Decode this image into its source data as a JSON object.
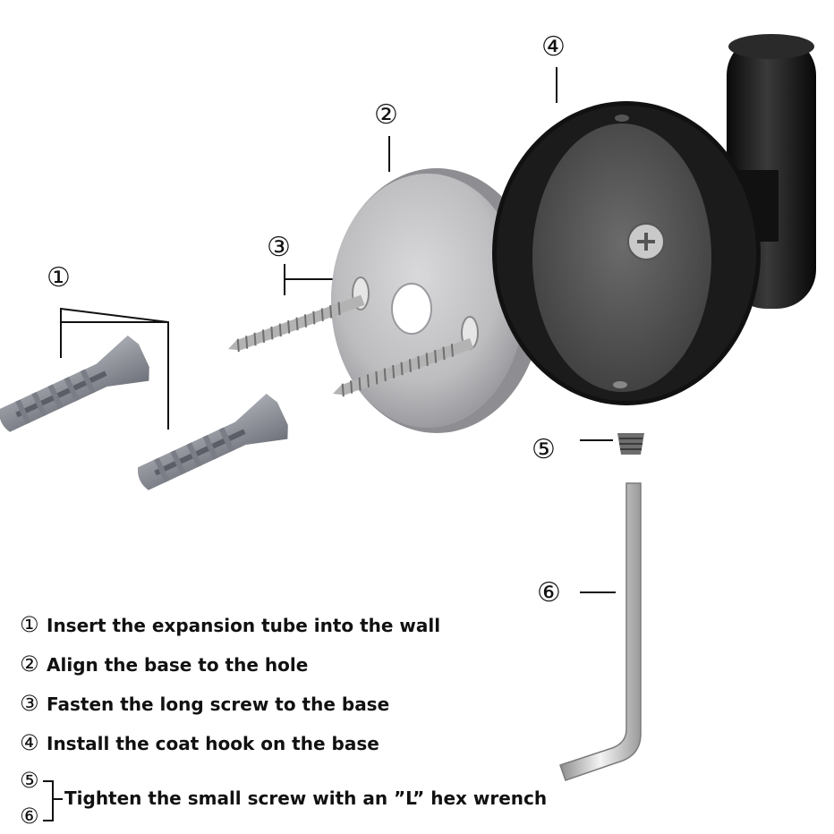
{
  "callouts": {
    "c1": "①",
    "c2": "②",
    "c3": "③",
    "c4": "④",
    "c5": "⑤",
    "c6": "⑥"
  },
  "parts": [
    {
      "icon": "expansion-tube-icon"
    },
    {
      "icon": "base-plate-icon"
    },
    {
      "icon": "long-screw-icon"
    },
    {
      "icon": "coat-hook-icon"
    },
    {
      "icon": "set-screw-icon"
    },
    {
      "icon": "hex-wrench-icon"
    }
  ],
  "steps": [
    {
      "num": "①",
      "text": "Insert the expansion tube into the wall"
    },
    {
      "num": "②",
      "text": "Align the base to the hole"
    },
    {
      "num": "③",
      "text": "Fasten the long screw to the base"
    },
    {
      "num": "④",
      "text": "Install the coat hook on the base"
    }
  ],
  "final_step": {
    "num_a": "⑤",
    "num_b": "⑥",
    "text": "Tighten the small screw with an ”L” hex wrench"
  },
  "colors": {
    "hook": "#111111",
    "base": "#b9b9bb",
    "plug": "#8e9198",
    "screw": "#a7a7a7"
  }
}
